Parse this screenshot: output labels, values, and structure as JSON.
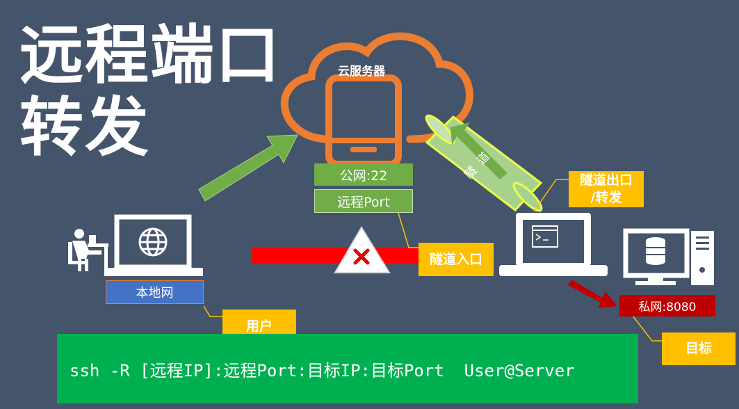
{
  "title": {
    "line1": "远程端口",
    "line2": "转发"
  },
  "cloud": {
    "label": "云服务器",
    "color": "#ed7d31"
  },
  "labels": {
    "public_port": "公网:22",
    "remote_port": "远程Port",
    "local_network": "本地网",
    "private_network": "私网:8080",
    "tunnel": "隧道"
  },
  "callouts": {
    "tunnel_exit": "隧道出口\n/转发",
    "tunnel_entry": "隧道入口",
    "user": "用户",
    "target": "目标"
  },
  "command": "ssh -R [远程IP]:远程Port:目标IP:目标Port  User@Server",
  "colors": {
    "background": "#44546a",
    "green": "#70ad47",
    "yellow": "#ffc000",
    "red": "#ff0000",
    "dark_red": "#c00000",
    "blue": "#4472c4",
    "command_bg": "#00b050",
    "tunnel_fill": "#a9d18e",
    "tunnel_stroke": "#e6ff4d"
  },
  "icons": [
    "cloud-icon",
    "phone-icon",
    "user-at-desk-icon",
    "globe-icon",
    "terminal-laptop-icon",
    "database-server-icon",
    "blocked-x-icon"
  ]
}
